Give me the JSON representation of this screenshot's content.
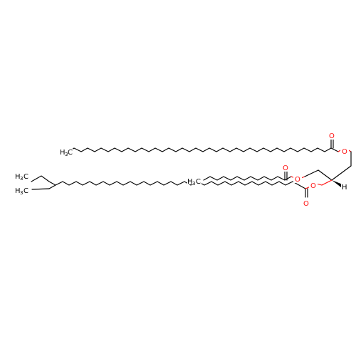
{
  "atom_labels": {
    "oxygen": "O",
    "hydrogen": "H",
    "methyl": "H",
    "methyl_c": "C",
    "methyl_sub": "3"
  },
  "colors": {
    "bond": "#000000",
    "oxygen": "#ff0d0d",
    "background": "#ffffff"
  }
}
